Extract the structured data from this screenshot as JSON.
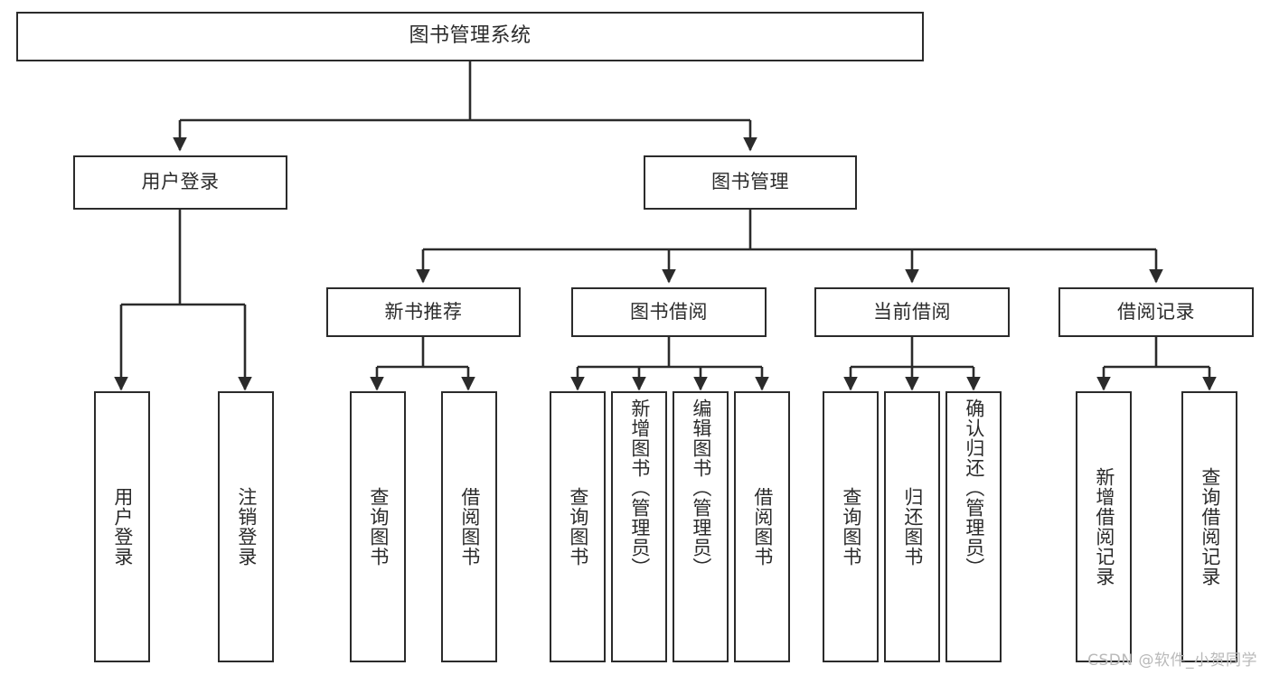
{
  "diagram": {
    "title": "图书管理系统",
    "type": "tree-hierarchy",
    "root": {
      "label": "图书管理系统"
    },
    "level2": [
      {
        "label": "用户登录"
      },
      {
        "label": "图书管理"
      }
    ],
    "level3": [
      {
        "label": "新书推荐"
      },
      {
        "label": "图书借阅"
      },
      {
        "label": "当前借阅"
      },
      {
        "label": "借阅记录"
      }
    ],
    "leaves": {
      "user_login": [
        {
          "label": "用户登录"
        },
        {
          "label": "注销登录"
        }
      ],
      "new_book_recommend": [
        {
          "label": "查询图书"
        },
        {
          "label": "借阅图书"
        }
      ],
      "book_borrow": [
        {
          "label": "查询图书"
        },
        {
          "label": "新增图书（管理员）"
        },
        {
          "label": "编辑图书（管理员）"
        },
        {
          "label": "借阅图书"
        }
      ],
      "current_borrow": [
        {
          "label": "查询图书"
        },
        {
          "label": "归还图书"
        },
        {
          "label": "确认归还（管理员）"
        }
      ],
      "borrow_record": [
        {
          "label": "新增借阅记录"
        },
        {
          "label": "查询借阅记录"
        }
      ]
    }
  },
  "watermark": {
    "text": "CSDN @软件_小贺同学"
  },
  "colors": {
    "stroke": "#2b2b2b",
    "fill": "#ffffff",
    "text": "#2b2b2b",
    "watermark": "#b9b9b9"
  }
}
